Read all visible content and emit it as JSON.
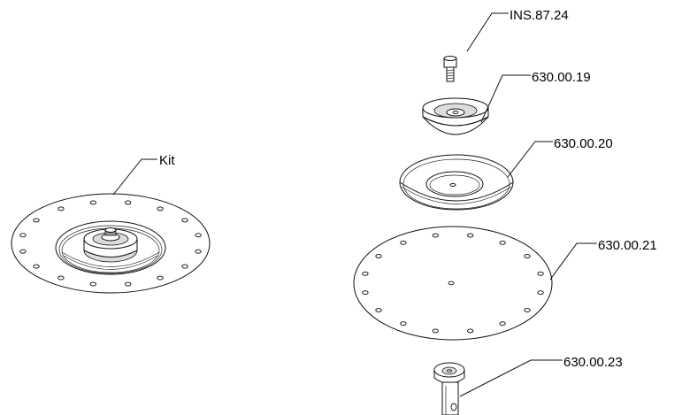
{
  "callouts": {
    "kit": "Kit",
    "bolt": "INS.87.24",
    "clamp_cap": "630.00.19",
    "inner_diaphragm": "630.00.20",
    "outer_diaphragm": "630.00.21",
    "stem": "630.00.23"
  },
  "colors": {
    "line": "#111111",
    "background": "#ffffff",
    "shading": "#dcdcdc"
  }
}
